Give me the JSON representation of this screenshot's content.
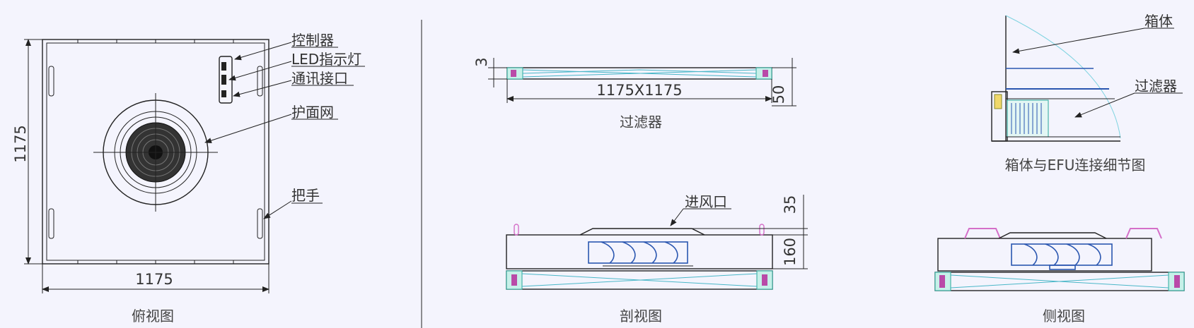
{
  "top_view": {
    "caption": "俯视图",
    "dim_width": "1175",
    "dim_height": "1175",
    "callouts": [
      "控制器",
      "LED指示灯",
      "通讯接口",
      "护面网",
      "把手"
    ]
  },
  "filter_view": {
    "caption": "过滤器",
    "dim_size": "1175X1175",
    "dim_thickness": "50",
    "dim_edge": "3"
  },
  "section_view": {
    "caption": "剖视图",
    "callout_inlet": "进风口",
    "dim_top": "35",
    "dim_height": "160"
  },
  "detail_view": {
    "caption": "箱体与EFU连接细节图",
    "callout_box": "箱体",
    "callout_filter": "过滤器"
  },
  "side_view": {
    "caption": "侧视图"
  },
  "colors": {
    "line": "#222222",
    "fan_blue": "#2a56b0",
    "filter_cyan": "#4ab7c8",
    "handle_pink": "#d46fc8",
    "frame_teal": "#2aa89a"
  }
}
